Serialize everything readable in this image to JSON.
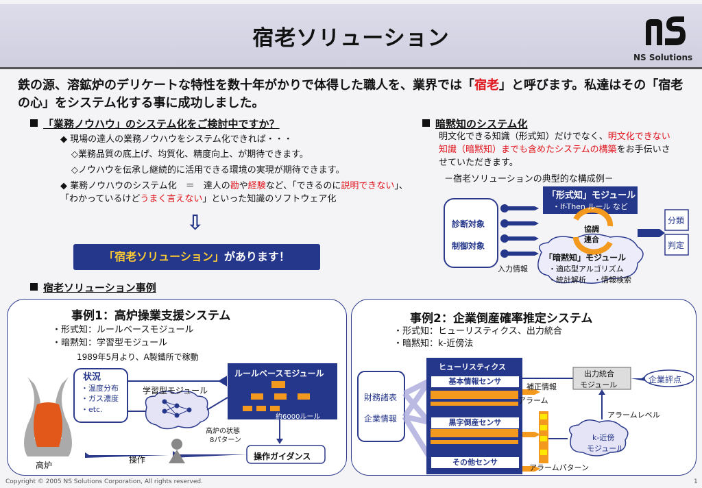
{
  "header": {
    "title": "宿老ソリューション",
    "logo_text": "NS Solutions"
  },
  "lead": {
    "part1": "鉄の源、溶鉱炉のデリケートな特性を数十年がかりで体得した職人を、業界では「",
    "highlight": "宿老",
    "part2": "」と呼びます。私達はその「宿老の心」をシステム化する事に成功しました。"
  },
  "left_section": {
    "heading": "「業務ノウハウ」のシステム化をご検討中ですか？",
    "bullet1": "◆ 現場の達人の業務ノウハウをシステム化できれば・・・",
    "sub1": "◇業務品質の底上げ、均質化、精度向上、が期待できます。",
    "sub2": "◇ノウハウを伝承し継続的に活用できる環境の実現が期待できます。",
    "b2_a": "◆ 業務ノウハウのシステム化　＝　達人の",
    "b2_kan": "勘",
    "b2_ya": "や",
    "b2_keiken": "経験",
    "b2_b": "など、「できるのに",
    "b2_setsumei": "説明できない",
    "b2_c": "」、「わかっているけど",
    "b2_umaku": "うまく言えない",
    "b2_d": "」といった知識のソフトウェア化",
    "arrow": "⇩",
    "solution_label": "「宿老ソリューション」",
    "solution_suffix": "があります！",
    "cases_heading": "宿老ソリューション事例"
  },
  "right_section": {
    "heading": "暗黙知のシステム化",
    "d_a": "明文化できる知識（形式知）だけでなく、",
    "d_red1": "明文化できない知識（暗黙知）までも含めたシステムの構築",
    "d_b": "をお手伝いさせていただきます。",
    "example_title": "－宿老ソリューションの典型的な構成例－",
    "diag_left1": "診断対象",
    "diag_left2": "制御対象",
    "input_label": "入力情報",
    "explicit_title": "「形式知」モジュール",
    "explicit_sub": "・If-Then ルール など",
    "tacit_title": "「暗黙知」モジュール",
    "tacit_sub1": "・適応型アルゴリズム",
    "tacit_sub2": "・統計解析　・情報検索",
    "coop1": "協調",
    "coop2": "連合",
    "out1": "分類",
    "out2": "判定"
  },
  "case1": {
    "title": "事例1：高炉操業支援システム",
    "l1": "・形式知：ルールベースモジュール",
    "l2": "・暗黙知：学習型モジュール",
    "date": "1989年5月より、A製鐵所で稼動",
    "status_title": "状況",
    "status1": "・温度分布",
    "status2": "・ガス濃度",
    "status3": "・etc.",
    "learning": "学習型モジュール",
    "rulebase": "ルールベースモジュール",
    "rules": "約6000ルール",
    "state1": "高炉の状態",
    "state2": "8パターン",
    "guidance": "操作ガイダンス",
    "operation": "操作",
    "furnace": "高炉"
  },
  "case2": {
    "title": "事例2：企業倒産確率推定システム",
    "l1": "・形式知：ヒューリスティクス、出力統合",
    "l2": "・暗黙知：k-近傍法",
    "in1": "財務諸表",
    "in2": "企業情報",
    "heuristics": "ヒューリスティクス",
    "s1": "基本情報センサ",
    "s2": "黒字倒産センサ",
    "s3": "その他センサ",
    "corr": "補正情報",
    "alarm": "アラーム",
    "out_mod1": "出力統合",
    "out_mod2": "モジュール",
    "eval": "企業評点",
    "alarm_level": "アラームレベル",
    "knn1": "k-近傍",
    "knn2": "モジュール",
    "alarm_pattern": "アラームパターン"
  },
  "footer": {
    "copyright": "Copyright © 2005 NS Solutions Corporation, All rights reserved.",
    "page": "1"
  },
  "colors": {
    "navy": "#25378a",
    "red": "#e0141c",
    "orange": "#f39a1e"
  }
}
